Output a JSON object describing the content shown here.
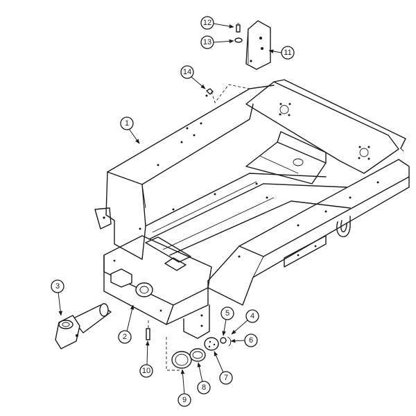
{
  "callouts": {
    "c1": "1",
    "c2": "2",
    "c3": "3",
    "c4": "4",
    "c5": "5",
    "c6": "6",
    "c7": "7",
    "c8": "8",
    "c9": "9",
    "c10": "10",
    "c11": "11",
    "c12": "12",
    "c13": "13",
    "c14": "14"
  },
  "colors": {
    "ink": "#1a1a1a",
    "paper": "#ffffff"
  }
}
